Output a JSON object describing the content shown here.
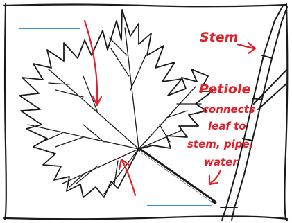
{
  "labels": {
    "stem": "Stem",
    "petiole_title": "Petiole",
    "petiole_lines": [
      "connects",
      "leaf to",
      "stem, pipe,",
      "water"
    ]
  },
  "colors": {
    "ink": "#1a1a1a",
    "annotation": "#e0202a",
    "guide": "#3a8fd6",
    "paper": "#ffffff"
  }
}
